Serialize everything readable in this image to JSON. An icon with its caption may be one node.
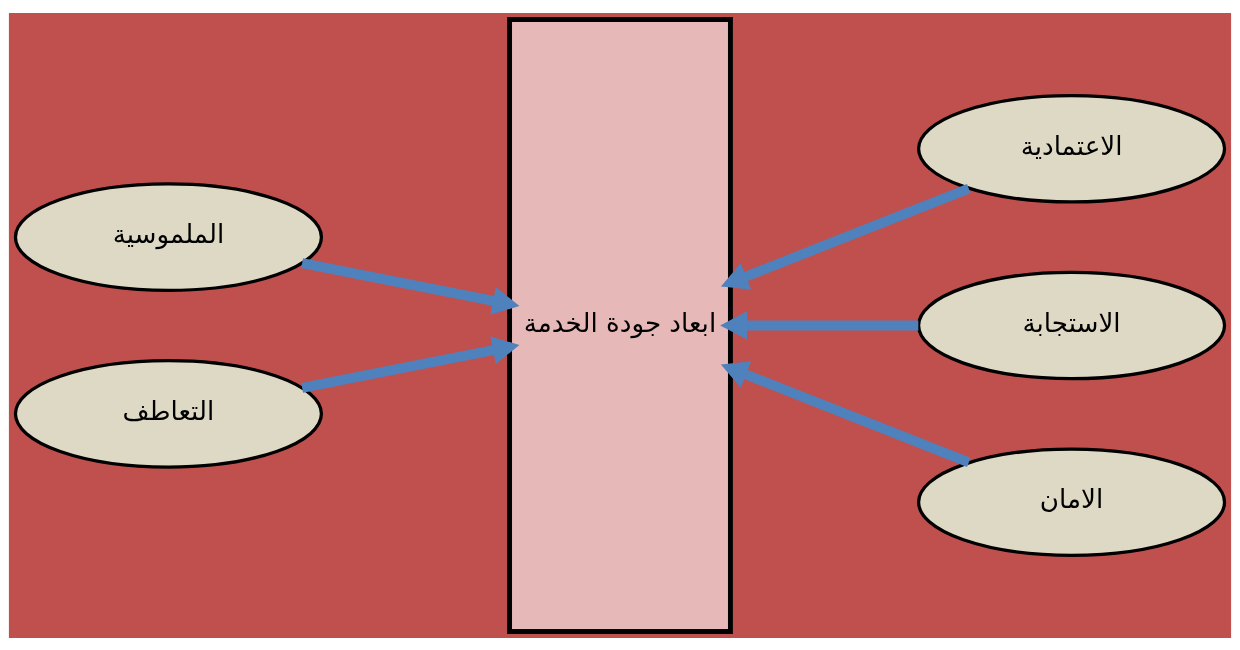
{
  "diagram": {
    "nodes": [
      {
        "text": [
          "ابعاد جودة الخدمة"
        ]
      },
      {
        "text": [
          "الملموسية"
        ]
      },
      {
        "text": [
          "التعاطف"
        ]
      },
      {
        "text": [
          "الاعتمادية"
        ]
      },
      {
        "text": [
          "الاستجابة"
        ]
      },
      {
        "text": [
          "الامان"
        ]
      }
    ],
    "edges": [
      {
        "from": 1,
        "to": 0,
        "arrow": "to"
      },
      {
        "from": 2,
        "to": 0,
        "arrow": "to"
      },
      {
        "from": 3,
        "to": 0,
        "arrow": "to"
      },
      {
        "from": 4,
        "to": 0,
        "arrow": "to"
      },
      {
        "from": 5,
        "to": 0,
        "arrow": "to"
      }
    ]
  }
}
